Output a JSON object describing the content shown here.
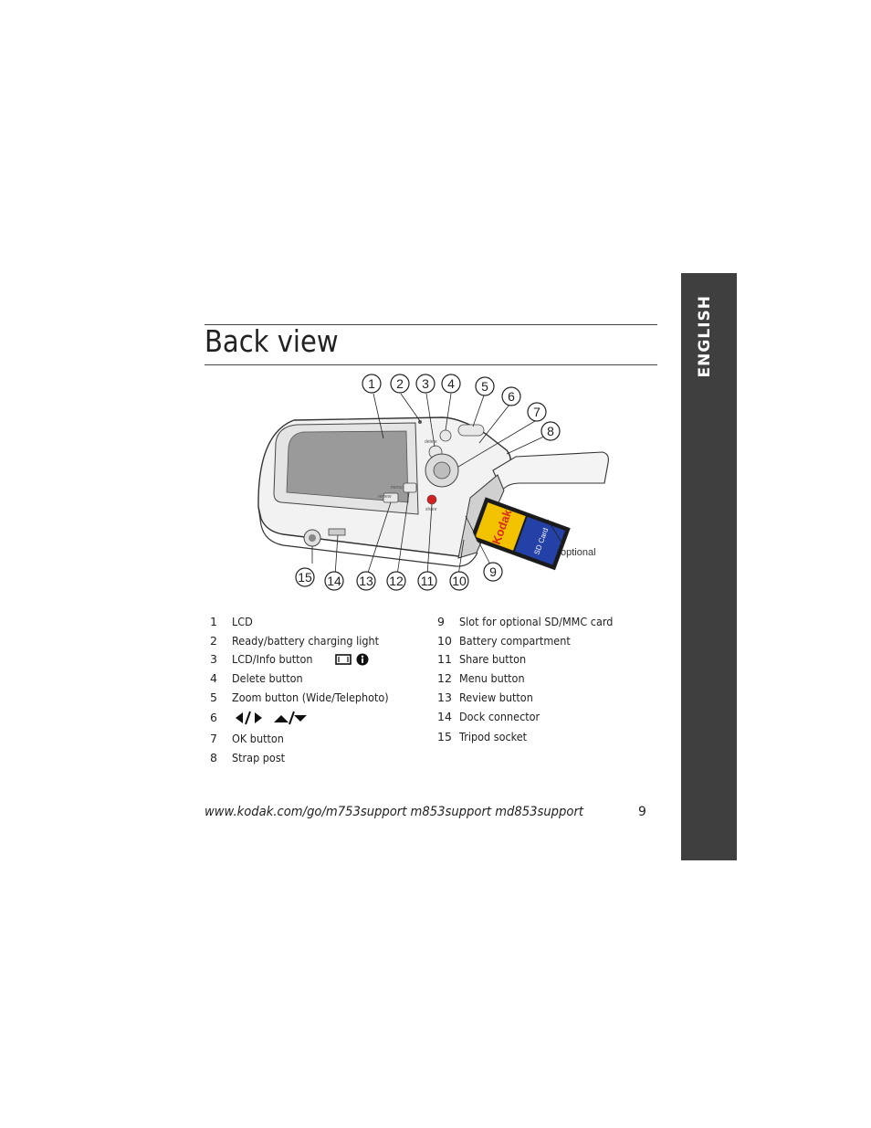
{
  "side_tab": {
    "label": "ENGLISH"
  },
  "heading": {
    "title": "Back view"
  },
  "figure": {
    "callouts": [
      "1",
      "2",
      "3",
      "4",
      "5",
      "6",
      "7",
      "8",
      "9",
      "10",
      "11",
      "12",
      "13",
      "14",
      "15"
    ],
    "optional_label": "optional",
    "card_brand": "Kodak",
    "card_type": "SD Card",
    "button_labels": {
      "delete": "delete",
      "menu": "menu",
      "review": "review",
      "share": "share"
    }
  },
  "legend": {
    "left": [
      {
        "num": "1",
        "text": "LCD"
      },
      {
        "num": "2",
        "text": "Ready/battery charging light"
      },
      {
        "num": "3",
        "text": "LCD/Info button",
        "icons": [
          "lcd-icon",
          "info-icon"
        ]
      },
      {
        "num": "4",
        "text": "Delete button"
      },
      {
        "num": "5",
        "text": "Zoom button (Wide/Telephoto)"
      },
      {
        "num": "6",
        "text": "",
        "icons": [
          "left-right-arrows-icon",
          "up-down-arrows-icon"
        ]
      },
      {
        "num": "7",
        "text": "OK button"
      },
      {
        "num": "8",
        "text": "Strap post"
      }
    ],
    "right": [
      {
        "num": "9",
        "text": "Slot for optional SD/MMC card"
      },
      {
        "num": "10",
        "text": "Battery compartment"
      },
      {
        "num": "11",
        "text": "Share button"
      },
      {
        "num": "12",
        "text": "Menu button"
      },
      {
        "num": "13",
        "text": "Review button"
      },
      {
        "num": "14",
        "text": "Dock connector"
      },
      {
        "num": "15",
        "text": "Tripod socket"
      }
    ]
  },
  "footer": {
    "url": "www.kodak.com/go/m753support m853support md853support",
    "page_number": "9"
  },
  "colors": {
    "side_tab_bg": "#3f3f3f",
    "card_yellow": "#f2c200",
    "card_red": "#d62b1f",
    "card_blue": "#2441a8",
    "share_button": "#d42020"
  }
}
